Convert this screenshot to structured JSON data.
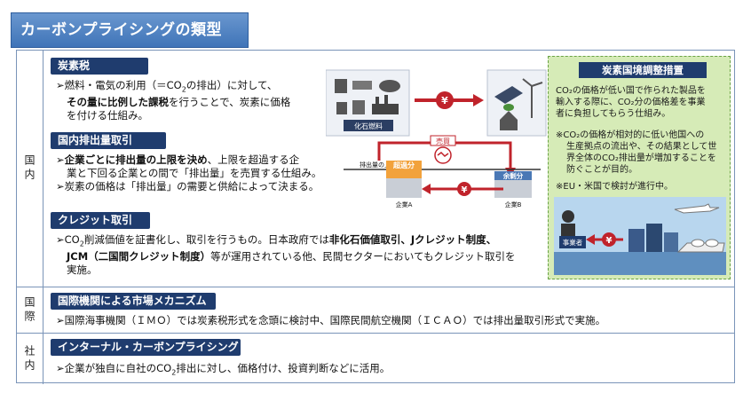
{
  "title": "カーボンプライシングの類型",
  "rows": {
    "domestic": "国内",
    "international": "国際",
    "internal": "社内"
  },
  "carbon_tax": {
    "header": "炭素税",
    "line1_a": "燃料・電気の利用（＝CO",
    "line1_sub": "2",
    "line1_b": "の排出）に対して、",
    "line2_bold": "その量に比例した課税",
    "line2_rest": "を行うことで、炭素に価格",
    "line3": "を付ける仕組み。",
    "fossil_label": "化石燃料",
    "price_symbol": "¥"
  },
  "ets": {
    "header": "国内排出量取引",
    "line1_bold": "企業ごとに排出量の上限を決め",
    "line1_rest": "、上限を超過する企",
    "line2": "業と下回る企業との間で「排出量」を売買する仕組み。",
    "line3": "炭素の価格は「排出量」の需要と供給によって決まる。",
    "cap_label": "排出量の上限",
    "over_label": "超過分",
    "surplus_label": "余剰分",
    "trade_label": "売買",
    "company_a": "企業A",
    "company_b": "企業B",
    "price_symbol": "¥"
  },
  "credit": {
    "header": "クレジット取引",
    "line1_a": "CO",
    "line1_sub": "2",
    "line1_b": "削減価値を証書化し、取引を行うもの。日本政府では",
    "line1_bold": "非化石価値取引、Jクレジット制度、",
    "line2_bold": "JCM（二国間クレジット制度）",
    "line2_rest": "等が運用されている他、民間セクターにおいてもクレジット取引を",
    "line3": "実施。"
  },
  "cbam": {
    "header": "炭素国境調整措置",
    "p1_l1": "CO₂の価格が低い国で作られた製品を",
    "p1_l2": "輸入する際に、CO₂分の価格差を事業",
    "p1_l3": "者に負担してもらう仕組み。",
    "p2_l1": "※CO₂の価格が相対的に低い他国への",
    "p2_l2": "生産拠点の流出や、その結果として世",
    "p2_l3": "界全体のCO₂排出量が増加することを",
    "p2_l4": "防ぐことが目的。",
    "p3": "※EU・米国で検討が進行中。",
    "operator_label": "事業者",
    "price_symbol": "¥"
  },
  "international_mech": {
    "header": "国際機関による市場メカニズム",
    "line1": "国際海事機関（ＩＭＯ）では炭素税形式を念頭に検討中、国際民間航空機関（ＩＣＡＯ）では排出量取引形式で実施。"
  },
  "internal_cp": {
    "header": "インターナル・カーボンプライシング",
    "line1_a": "企業が独自に自社のCO",
    "line1_sub": "2",
    "line1_b": "排出に対し、価格付け、投資判断などに活用。"
  },
  "colors": {
    "title_bg": "#4a7fc0",
    "header_bg": "#1f3c6e",
    "arrow_red": "#c0232b",
    "green_panel": "#d6ebb7",
    "over_box": "#f2a23c",
    "surplus_box": "#4a78b5"
  }
}
